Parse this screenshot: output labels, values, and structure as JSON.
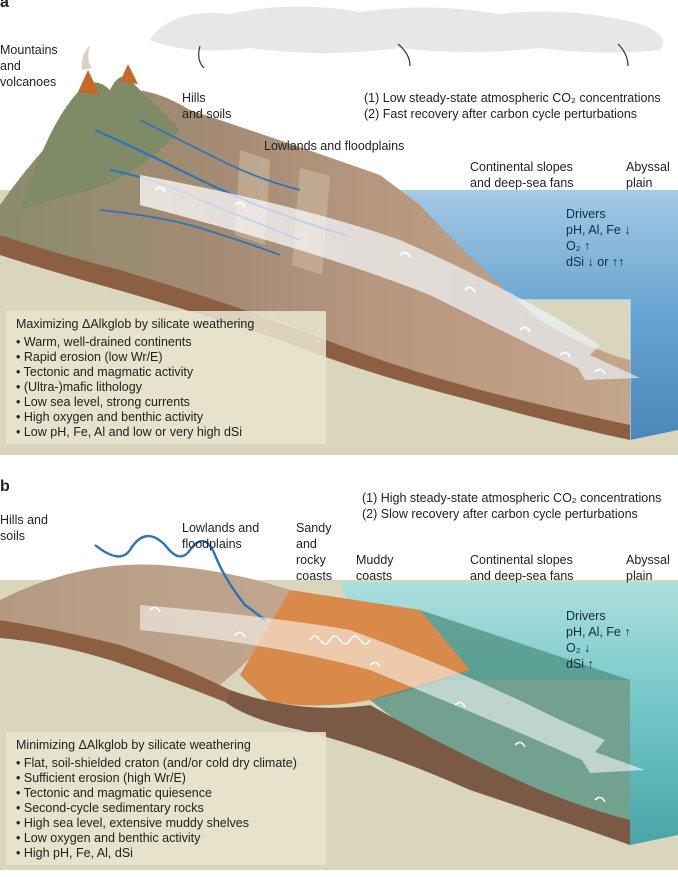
{
  "panel_a": {
    "letter": "a",
    "mountains_label": [
      "Mountains",
      "and",
      "volcanoes"
    ],
    "hills_label": [
      "Hills",
      "and soils"
    ],
    "lowlands_label": [
      "Lowlands and floodplains"
    ],
    "slopes_label": [
      "Continental slopes",
      "and deep-sea fans"
    ],
    "abyssal_label": [
      "Abyssal",
      "plain"
    ],
    "co2_lines": [
      "(1) Low steady-state atmospheric CO₂ concentrations",
      "(2) Fast recovery after carbon cycle perturbations"
    ],
    "drivers": [
      "Drivers",
      "pH, Al, Fe ↓",
      "O₂ ↑",
      "dSi ↓ or ↑↑"
    ],
    "box_title": "Maximizing ΔAlkglob by silicate weathering",
    "box_items": [
      "Warm, well-drained continents",
      "Rapid erosion (low Wr/E)",
      "Tectonic and magmatic activity",
      "(Ultra-)mafic lithology",
      "Low sea level, strong currents",
      "High oxygen and benthic activity",
      "Low pH, Fe, Al and low or very high dSi"
    ]
  },
  "panel_b": {
    "letter": "b",
    "hills_label": [
      "Hills and",
      "soils"
    ],
    "lowlands_label": [
      "Lowlands and",
      "floodplains"
    ],
    "sandy_label": [
      "Sandy",
      "and",
      "rocky",
      "coasts"
    ],
    "muddy_label": [
      "Muddy",
      "coasts"
    ],
    "slopes_label": [
      "Continental slopes",
      "and deep-sea fans"
    ],
    "abyssal_label": [
      "Abyssal",
      "plain"
    ],
    "co2_lines": [
      "(1) High steady-state atmospheric CO₂ concentrations",
      "(2) Slow recovery after carbon cycle perturbations"
    ],
    "drivers": [
      "Drivers",
      "pH, Al, Fe ↑",
      "O₂ ↓",
      "dSi ↑"
    ],
    "box_title": "Minimizing ΔAlkglob by silicate weathering",
    "box_items": [
      "Flat, soil-shielded craton (and/or cold dry climate)",
      "Sufficient erosion (high Wr/E)",
      "Tectonic and magmatic quiesence",
      "Second-cycle sedimentary rocks",
      "High sea level, extensive muddy shelves",
      "Low oxygen and benthic activity",
      "High pH, Fe, Al, dSi"
    ]
  },
  "colors": {
    "ocean_a": "#5e9fd3",
    "ocean_b": "#66c3c7",
    "land": "#b49a80",
    "river": "#2f73b8",
    "muddy": "#d9894a",
    "box": "#e8e4cd"
  }
}
